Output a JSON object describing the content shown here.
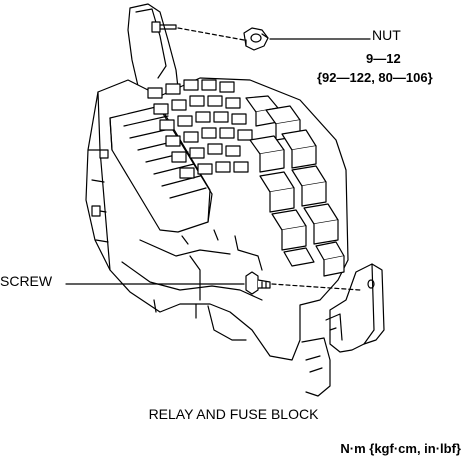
{
  "labels": {
    "nut": "NUT",
    "nut_torque_nm": "9—12",
    "nut_torque_alt": "{92—122, 80—106}",
    "screw": "SCREW",
    "caption": "RELAY AND FUSE BLOCK",
    "units": "N·m {kgf·cm, in·lbf}"
  }
}
